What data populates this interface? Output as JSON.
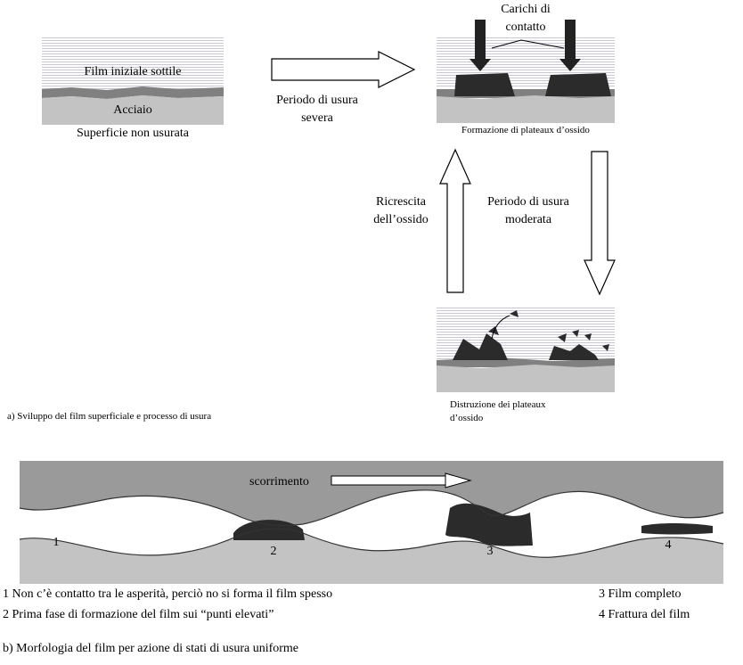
{
  "part_a": {
    "panel1": {
      "film_label": "Film iniziale sottile",
      "steel_label": "Acciaio",
      "caption": "Superficie non usurata"
    },
    "arrow_right_label": [
      "Periodo di usura",
      "severa"
    ],
    "panel2": {
      "loads_label": [
        "Carichi di",
        "contatto"
      ],
      "caption": "Formazione di plateaux d’ossido"
    },
    "arrow_down_label": [
      "Periodo di usura",
      "moderata"
    ],
    "arrow_up_label": [
      "Ricrescita",
      "dell’ossido"
    ],
    "panel3": {
      "caption": [
        "Distruzione dei plateaux",
        "d’ossido"
      ]
    },
    "caption": "a) Sviluppo del film superficiale e processo di usura"
  },
  "part_b": {
    "sliding_label": "scorrimento",
    "markers": [
      "1",
      "2",
      "3",
      "4"
    ],
    "legend_left": [
      "1 Non c’è contatto tra le asperità, perciò no si forma il film spesso",
      "2 Prima fase di formazione del film sui “punti elevati”"
    ],
    "legend_right": [
      "3 Film completo",
      "4 Frattura del film"
    ],
    "caption": "b) Morfologia del film per azione di stati di usura uniforme"
  },
  "colors": {
    "steel": "#c3c3c3",
    "film": "#808080",
    "oxide": "#2b2b2b",
    "sky_stripe": "#b8b8c8"
  }
}
